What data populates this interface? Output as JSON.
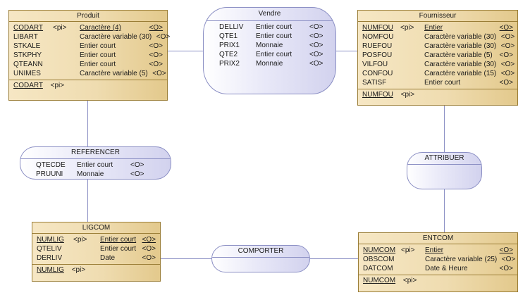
{
  "diagram": {
    "type": "conceptual-data-model",
    "colors": {
      "entity_border": "#9a7d36",
      "entity_fill": "#efdcb0",
      "relationship_border": "#8b8fc4",
      "relationship_fill": "#e1e1f4",
      "connector": "#8b8fc4",
      "background": "#ffffff"
    }
  },
  "entities": [
    {
      "id": "produit",
      "title": "Produit",
      "attributes": [
        {
          "name": "CODART",
          "pi": "<pi>",
          "type": "Caractère (4)",
          "optional": "<O>",
          "primary": true
        },
        {
          "name": "LIBART",
          "pi": "",
          "type": "Caractère variable (30)",
          "optional": "<O>",
          "primary": false
        },
        {
          "name": "STKALE",
          "pi": "",
          "type": "Entier court",
          "optional": "<O>",
          "primary": false
        },
        {
          "name": "STKPHY",
          "pi": "",
          "type": "Entier court",
          "optional": "<O>",
          "primary": false
        },
        {
          "name": "QTEANN",
          "pi": "",
          "type": "Entier court",
          "optional": "<O>",
          "primary": false
        },
        {
          "name": "UNIMES",
          "pi": "",
          "type": "Caractère variable (5)",
          "optional": "<O>",
          "primary": false
        }
      ],
      "identifier": {
        "name": "CODART",
        "pi": "<pi>"
      }
    },
    {
      "id": "fournisseur",
      "title": "Fournisseur",
      "attributes": [
        {
          "name": "NUMFOU",
          "pi": "<pi>",
          "type": "Entier",
          "optional": "<O>",
          "primary": true
        },
        {
          "name": "NOMFOU",
          "pi": "",
          "type": "Caractère variable (30)",
          "optional": "<O>",
          "primary": false
        },
        {
          "name": "RUEFOU",
          "pi": "",
          "type": "Caractère variable (30)",
          "optional": "<O>",
          "primary": false
        },
        {
          "name": "POSFOU",
          "pi": "",
          "type": "Caractère variable (5)",
          "optional": "<O>",
          "primary": false
        },
        {
          "name": "VILFOU",
          "pi": "",
          "type": "Caractère variable (30)",
          "optional": "<O>",
          "primary": false
        },
        {
          "name": "CONFOU",
          "pi": "",
          "type": "Caractère variable (15)",
          "optional": "<O>",
          "primary": false
        },
        {
          "name": "SATISF",
          "pi": "",
          "type": "Entier court",
          "optional": "<O>",
          "primary": false
        }
      ],
      "identifier": {
        "name": "NUMFOU",
        "pi": "<pi>"
      }
    },
    {
      "id": "ligcom",
      "title": "LIGCOM",
      "attributes": [
        {
          "name": "NUMLIG",
          "pi": "<pi>",
          "type": "Entier court",
          "optional": "<O>",
          "primary": true
        },
        {
          "name": "QTELIV",
          "pi": "",
          "type": "Entier court",
          "optional": "<O>",
          "primary": false
        },
        {
          "name": "DERLIV",
          "pi": "",
          "type": "Date",
          "optional": "<O>",
          "primary": false
        }
      ],
      "identifier": {
        "name": "NUMLIG",
        "pi": "<pi>"
      }
    },
    {
      "id": "entcom",
      "title": "ENTCOM",
      "attributes": [
        {
          "name": "NUMCOM",
          "pi": "<pi>",
          "type": "Entier",
          "optional": "<O>",
          "primary": true
        },
        {
          "name": "OBSCOM",
          "pi": "",
          "type": "Caractère variable (25)",
          "optional": "<O>",
          "primary": false
        },
        {
          "name": "DATCOM",
          "pi": "",
          "type": "Date & Heure",
          "optional": "<O>",
          "primary": false
        }
      ],
      "identifier": {
        "name": "NUMCOM",
        "pi": "<pi>"
      }
    }
  ],
  "relationships": [
    {
      "id": "vendre",
      "title": "Vendre",
      "attributes": [
        {
          "name": "DELLIV",
          "type": "Entier court",
          "optional": "<O>"
        },
        {
          "name": "QTE1",
          "type": "Entier court",
          "optional": "<O>"
        },
        {
          "name": "PRIX1",
          "type": "Monnaie",
          "optional": "<O>"
        },
        {
          "name": "QTE2",
          "type": "Entier court",
          "optional": "<O>"
        },
        {
          "name": "PRIX2",
          "type": "Monnaie",
          "optional": "<O>"
        }
      ]
    },
    {
      "id": "referencer",
      "title": "REFERENCER",
      "attributes": [
        {
          "name": "QTECDE",
          "type": "Entier court",
          "optional": "<O>"
        },
        {
          "name": "PRUUNI",
          "type": "Monnaie",
          "optional": "<O>"
        }
      ]
    },
    {
      "id": "attribuer",
      "title": "ATTRIBUER",
      "attributes": []
    },
    {
      "id": "comporter",
      "title": "COMPORTER",
      "attributes": []
    }
  ]
}
